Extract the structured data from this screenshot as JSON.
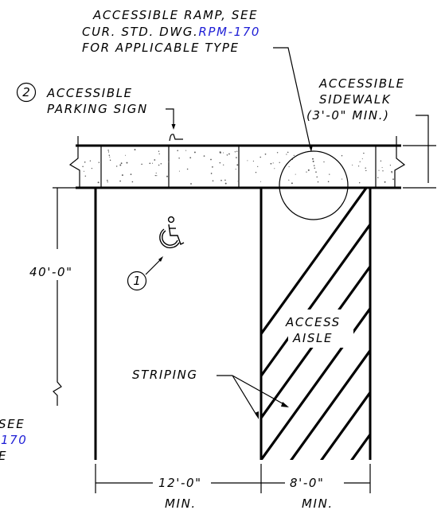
{
  "ramp_note": {
    "line1": "ACCESSIBLE RAMP, SEE",
    "line2_prefix": "CUR. STD. DWG.",
    "line2_link": "RPM-170",
    "line3": "FOR APPLICABLE TYPE"
  },
  "sign_note": {
    "number": "2",
    "line1": "ACCESSIBLE",
    "line2": "PARKING SIGN"
  },
  "sidewalk_note": {
    "line1": "ACCESSIBLE",
    "line2": "SIDEWALK",
    "line3": "(3'-0\" MIN.)"
  },
  "symbol_note": {
    "number": "1"
  },
  "dimensions": {
    "depth": "40'-0\"",
    "stall_width": "12'-0\"",
    "stall_width_min": "MIN.",
    "aisle_width": "8'-0\"",
    "aisle_width_min": "MIN."
  },
  "aisle_label": {
    "line1": "ACCESS",
    "line2": "AISLE"
  },
  "striping_label": "STRIPING",
  "cut_note": {
    "line1": "SEE",
    "line2_link": "-170",
    "line3": "E"
  },
  "colors": {
    "link": "#1f1fd6",
    "ink": "#000000"
  }
}
